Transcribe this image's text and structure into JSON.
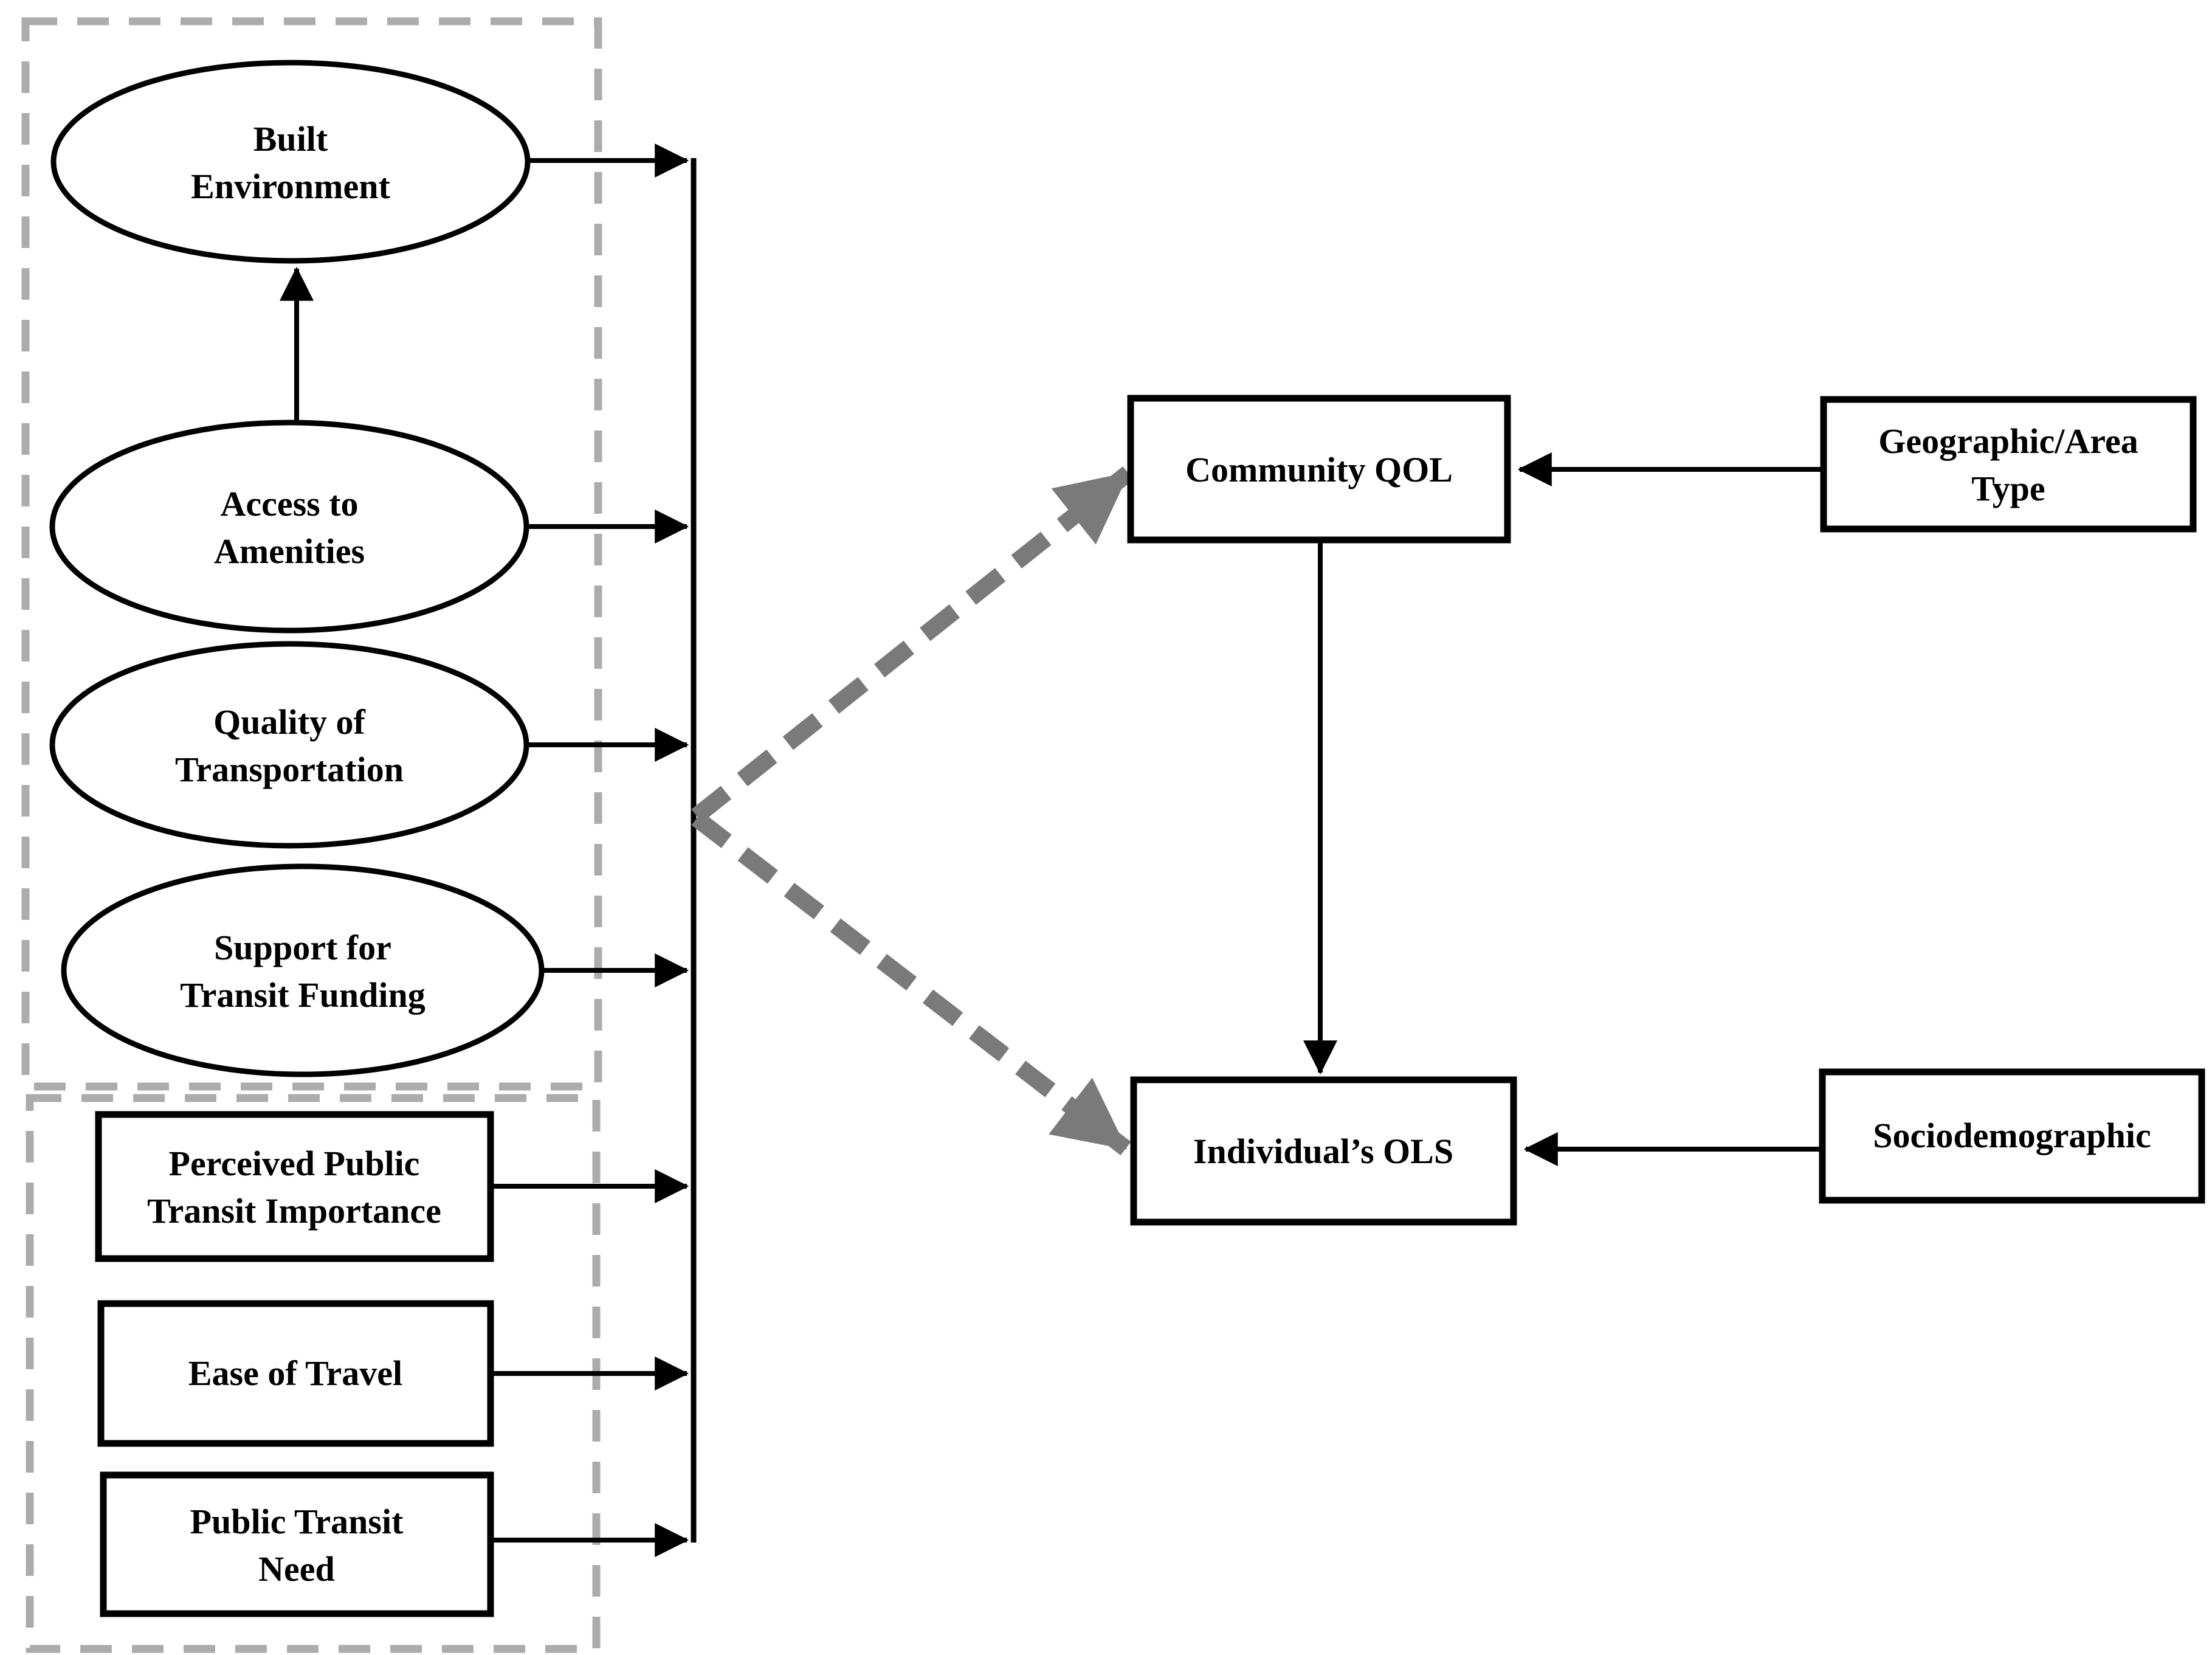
{
  "diagram": {
    "background": "#ffffff",
    "colors": {
      "shape_stroke": "#000000",
      "label_text": "#000000",
      "group_outline": "#acacac",
      "effect_arrow": "#7a7a7a"
    },
    "perception_factors": {
      "items": [
        {
          "line1": "Built",
          "line2": "Environment"
        },
        {
          "line1": "Access to",
          "line2": "Amenities"
        },
        {
          "line1": "Quality of",
          "line2": "Transportation"
        },
        {
          "line1": "Support for",
          "line2": "Transit Funding"
        }
      ]
    },
    "attitude_factors": {
      "items": [
        {
          "line1": "Perceived Public",
          "line2": "Transit Importance"
        },
        {
          "line1": "Ease of Travel"
        },
        {
          "line1": "Public Transit",
          "line2": "Need"
        }
      ]
    },
    "outcomes": {
      "community_qol": {
        "label": "Community QOL"
      },
      "individual_ols": {
        "label": "Individual’s OLS"
      }
    },
    "covariates": {
      "geographic": {
        "line1": "Geographic/Area",
        "line2": "Type"
      },
      "sociodemographic": {
        "label": "Sociodemographic"
      }
    }
  }
}
